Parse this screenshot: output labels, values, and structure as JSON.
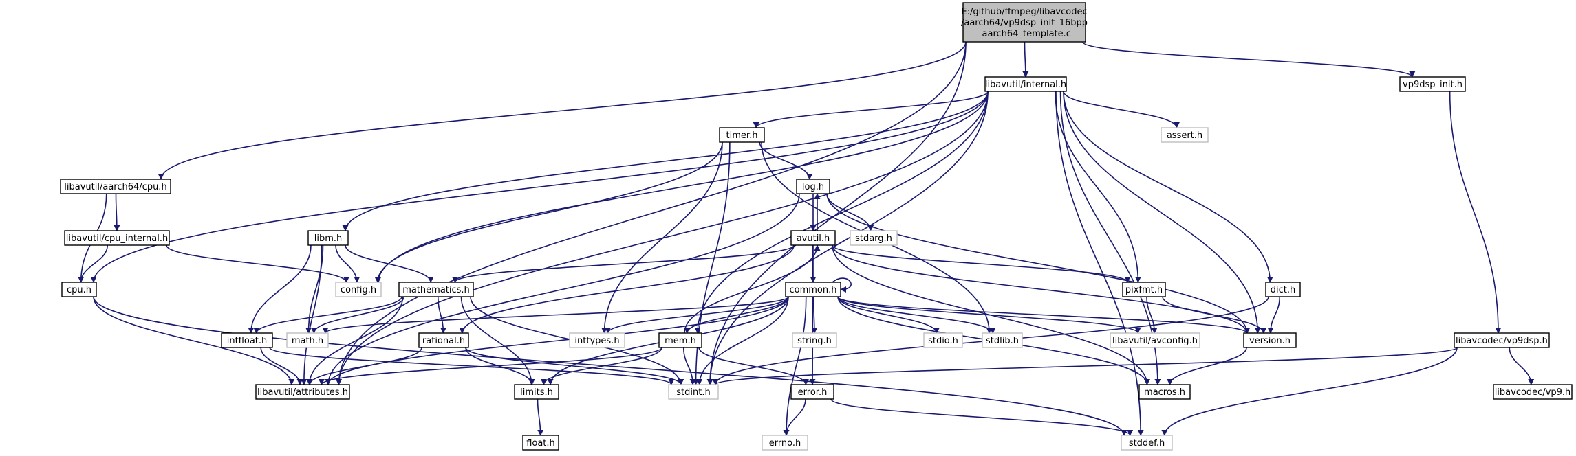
{
  "nodes": [
    {
      "id": "root",
      "kind": "root",
      "lines": [
        "E:/github/ffmpeg/libavcodec",
        "/aarch64/vp9dsp_init_16bpp",
        "_aarch64_template.c"
      ]
    },
    {
      "id": "internal",
      "kind": "normal",
      "lines": [
        "libavutil/internal.h"
      ]
    },
    {
      "id": "vp9dsp_init",
      "kind": "normal",
      "lines": [
        "vp9dsp_init.h"
      ]
    },
    {
      "id": "timer",
      "kind": "normal",
      "lines": [
        "timer.h"
      ]
    },
    {
      "id": "assert",
      "kind": "system",
      "lines": [
        "assert.h"
      ]
    },
    {
      "id": "aarch64cpu",
      "kind": "normal",
      "lines": [
        "libavutil/aarch64/cpu.h"
      ]
    },
    {
      "id": "log",
      "kind": "normal",
      "lines": [
        "log.h"
      ]
    },
    {
      "id": "cpu_internal",
      "kind": "normal",
      "lines": [
        "libavutil/cpu_internal.h"
      ]
    },
    {
      "id": "libm",
      "kind": "normal",
      "lines": [
        "libm.h"
      ]
    },
    {
      "id": "avutil",
      "kind": "normal",
      "lines": [
        "avutil.h"
      ]
    },
    {
      "id": "stdarg",
      "kind": "system",
      "lines": [
        "stdarg.h"
      ]
    },
    {
      "id": "cpu",
      "kind": "normal",
      "lines": [
        "cpu.h"
      ]
    },
    {
      "id": "config",
      "kind": "system",
      "lines": [
        "config.h"
      ]
    },
    {
      "id": "mathematics",
      "kind": "normal",
      "lines": [
        "mathematics.h"
      ]
    },
    {
      "id": "common",
      "kind": "normal",
      "lines": [
        "common.h"
      ]
    },
    {
      "id": "pixfmt",
      "kind": "normal",
      "lines": [
        "pixfmt.h"
      ]
    },
    {
      "id": "dict",
      "kind": "normal",
      "lines": [
        "dict.h"
      ]
    },
    {
      "id": "intfloat",
      "kind": "normal",
      "lines": [
        "intfloat.h"
      ]
    },
    {
      "id": "math",
      "kind": "system",
      "lines": [
        "math.h"
      ]
    },
    {
      "id": "rational",
      "kind": "normal",
      "lines": [
        "rational.h"
      ]
    },
    {
      "id": "inttypes",
      "kind": "system",
      "lines": [
        "inttypes.h"
      ]
    },
    {
      "id": "mem",
      "kind": "normal",
      "lines": [
        "mem.h"
      ]
    },
    {
      "id": "string",
      "kind": "system",
      "lines": [
        "string.h"
      ]
    },
    {
      "id": "stdio",
      "kind": "system",
      "lines": [
        "stdio.h"
      ]
    },
    {
      "id": "stdlib",
      "kind": "system",
      "lines": [
        "stdlib.h"
      ]
    },
    {
      "id": "avconfig",
      "kind": "system",
      "lines": [
        "libavutil/avconfig.h"
      ]
    },
    {
      "id": "version",
      "kind": "normal",
      "lines": [
        "version.h"
      ]
    },
    {
      "id": "vp9dsp",
      "kind": "normal",
      "lines": [
        "libavcodec/vp9dsp.h"
      ]
    },
    {
      "id": "attributes",
      "kind": "normal",
      "lines": [
        "libavutil/attributes.h"
      ]
    },
    {
      "id": "limits",
      "kind": "normal",
      "lines": [
        "limits.h"
      ]
    },
    {
      "id": "stdint",
      "kind": "system",
      "lines": [
        "stdint.h"
      ]
    },
    {
      "id": "error",
      "kind": "normal",
      "lines": [
        "error.h"
      ]
    },
    {
      "id": "macros",
      "kind": "normal",
      "lines": [
        "macros.h"
      ]
    },
    {
      "id": "vp9",
      "kind": "normal",
      "lines": [
        "libavcodec/vp9.h"
      ]
    },
    {
      "id": "float",
      "kind": "normal",
      "lines": [
        "float.h"
      ]
    },
    {
      "id": "errno",
      "kind": "system",
      "lines": [
        "errno.h"
      ]
    },
    {
      "id": "stddef",
      "kind": "system",
      "lines": [
        "stddef.h"
      ]
    }
  ],
  "edges": [
    [
      "root",
      "internal"
    ],
    [
      "root",
      "vp9dsp_init"
    ],
    [
      "root",
      "aarch64cpu"
    ],
    [
      "root",
      "attributes"
    ],
    [
      "root",
      "stdint"
    ],
    [
      "vp9dsp_init",
      "vp9dsp"
    ],
    [
      "internal",
      "timer"
    ],
    [
      "internal",
      "assert"
    ],
    [
      "internal",
      "libm"
    ],
    [
      "internal",
      "config"
    ],
    [
      "internal",
      "cpu"
    ],
    [
      "internal",
      "mem"
    ],
    [
      "internal",
      "pixfmt"
    ],
    [
      "internal",
      "dict"
    ],
    [
      "internal",
      "version"
    ],
    [
      "internal",
      "attributes"
    ],
    [
      "internal",
      "stdint"
    ],
    [
      "internal",
      "macros"
    ],
    [
      "internal",
      "stddef"
    ],
    [
      "timer",
      "log"
    ],
    [
      "timer",
      "config"
    ],
    [
      "timer",
      "inttypes"
    ],
    [
      "timer",
      "stdlib"
    ],
    [
      "timer",
      "stdint"
    ],
    [
      "log",
      "avutil"
    ],
    [
      "log",
      "stdarg"
    ],
    [
      "log",
      "attributes"
    ],
    [
      "log",
      "version"
    ],
    [
      "avutil",
      "log"
    ],
    [
      "avutil",
      "common"
    ],
    [
      "avutil",
      "mathematics"
    ],
    [
      "avutil",
      "rational"
    ],
    [
      "avutil",
      "pixfmt"
    ],
    [
      "avutil",
      "version"
    ],
    [
      "avutil",
      "macros"
    ],
    [
      "avutil",
      "error"
    ],
    [
      "aarch64cpu",
      "cpu_internal"
    ],
    [
      "aarch64cpu",
      "cpu"
    ],
    [
      "cpu_internal",
      "cpu"
    ],
    [
      "cpu_internal",
      "config"
    ],
    [
      "cpu",
      "attributes"
    ],
    [
      "cpu",
      "stddef"
    ],
    [
      "libm",
      "config"
    ],
    [
      "libm",
      "math"
    ],
    [
      "libm",
      "intfloat"
    ],
    [
      "libm",
      "mathematics"
    ],
    [
      "libm",
      "attributes"
    ],
    [
      "mathematics",
      "intfloat"
    ],
    [
      "mathematics",
      "math"
    ],
    [
      "mathematics",
      "rational"
    ],
    [
      "mathematics",
      "attributes"
    ],
    [
      "mathematics",
      "stdint"
    ],
    [
      "mathematics",
      "limits"
    ],
    [
      "common",
      "common"
    ],
    [
      "common",
      "math"
    ],
    [
      "common",
      "inttypes"
    ],
    [
      "common",
      "mem"
    ],
    [
      "common",
      "string"
    ],
    [
      "common",
      "stdio"
    ],
    [
      "common",
      "stdlib"
    ],
    [
      "common",
      "avconfig"
    ],
    [
      "common",
      "version"
    ],
    [
      "common",
      "attributes"
    ],
    [
      "common",
      "limits"
    ],
    [
      "common",
      "stdint"
    ],
    [
      "common",
      "errno"
    ],
    [
      "common",
      "macros"
    ],
    [
      "pixfmt",
      "avconfig"
    ],
    [
      "pixfmt",
      "version"
    ],
    [
      "dict",
      "version"
    ],
    [
      "dict",
      "stdint"
    ],
    [
      "intfloat",
      "attributes"
    ],
    [
      "intfloat",
      "stdint"
    ],
    [
      "rational",
      "attributes"
    ],
    [
      "rational",
      "limits"
    ],
    [
      "rational",
      "stdint"
    ],
    [
      "mem",
      "avutil"
    ],
    [
      "mem",
      "attributes"
    ],
    [
      "mem",
      "limits"
    ],
    [
      "mem",
      "stdint"
    ],
    [
      "mem",
      "error"
    ],
    [
      "version",
      "macros"
    ],
    [
      "vp9dsp",
      "stdint"
    ],
    [
      "vp9dsp",
      "vp9"
    ],
    [
      "vp9dsp",
      "stddef"
    ],
    [
      "limits",
      "float"
    ],
    [
      "error",
      "errno"
    ],
    [
      "error",
      "stddef"
    ]
  ]
}
